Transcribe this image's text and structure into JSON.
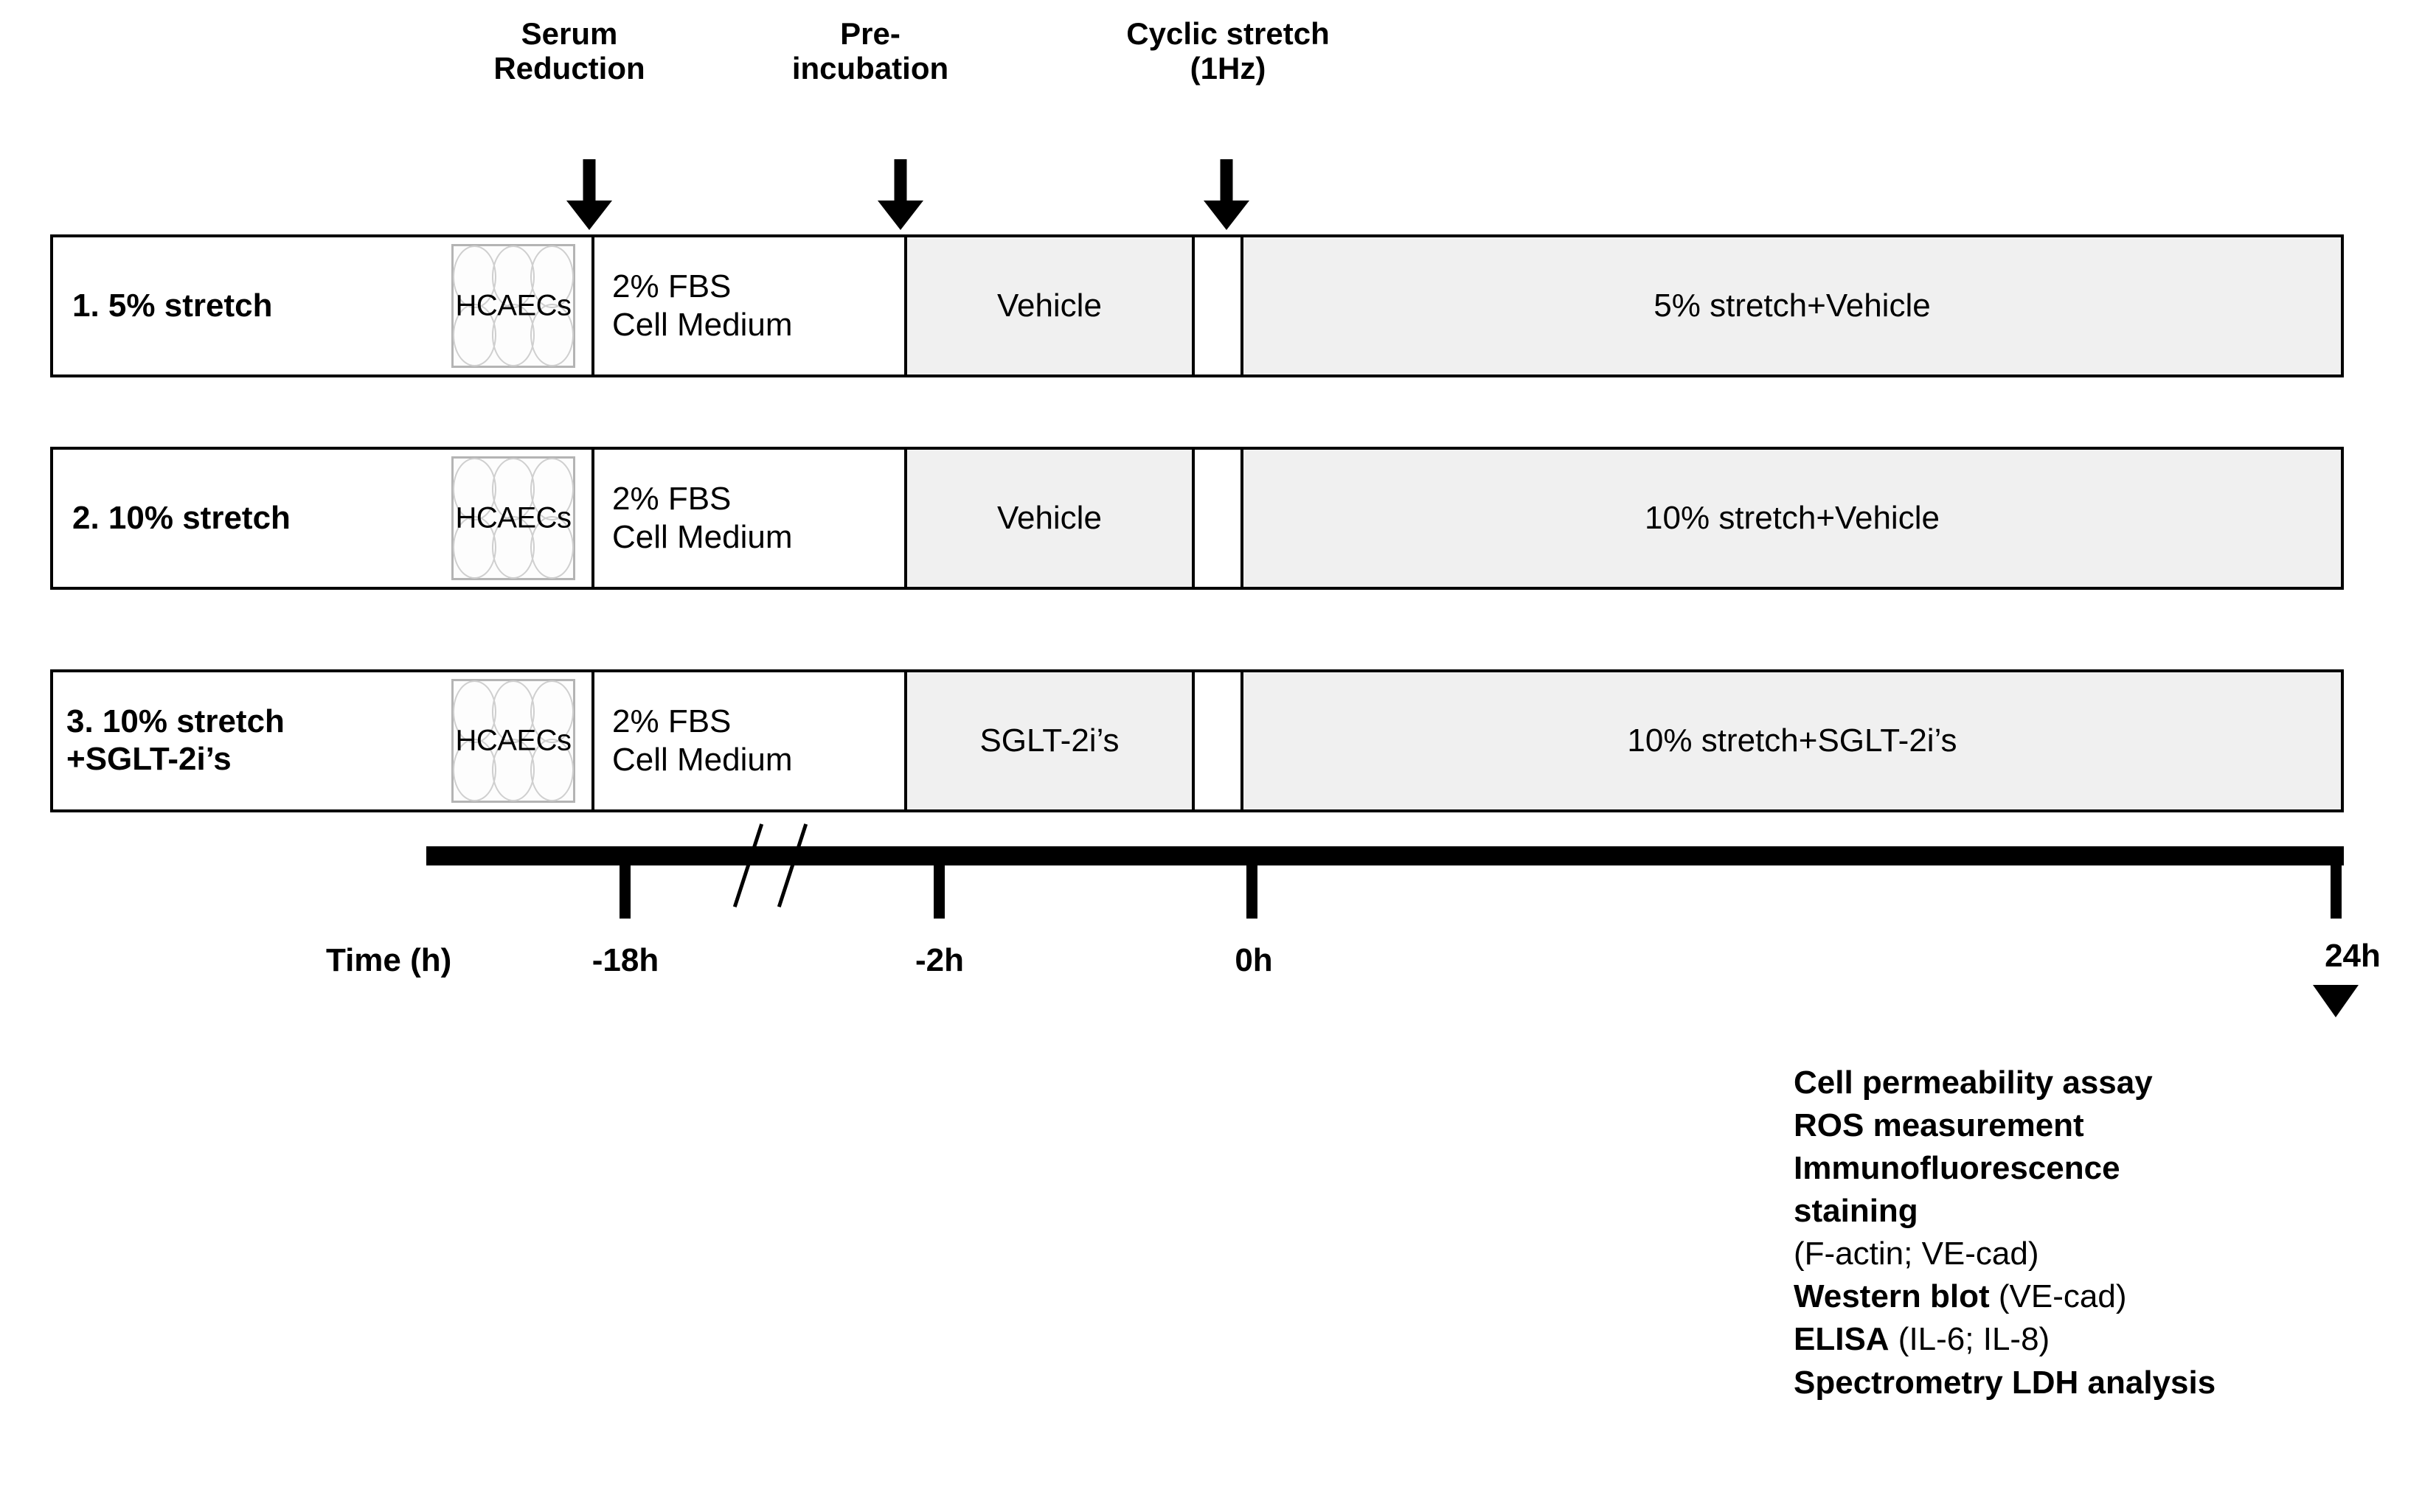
{
  "phases": [
    {
      "name": "serum-reduction",
      "label": "Serum\nReduction"
    },
    {
      "name": "pre-incubation",
      "label": "Pre-\nincubation"
    },
    {
      "name": "cyclic-stretch",
      "label": "Cyclic stretch\n(1Hz)"
    }
  ],
  "plate": {
    "cells_label": "HCAECs",
    "well_count": 6
  },
  "rows": [
    {
      "id": "row-1",
      "condition": "1.   5% stretch",
      "plate_label": "HCAECs",
      "medium": "2% FBS\nCell Medium",
      "pre_incubation": "Vehicle",
      "treatment": "5% stretch+Vehicle"
    },
    {
      "id": "row-2",
      "condition": "2.   10% stretch",
      "plate_label": "HCAECs",
      "medium": "2% FBS\nCell Medium",
      "pre_incubation": "Vehicle",
      "treatment": "10% stretch+Vehicle"
    },
    {
      "id": "row-3",
      "condition": "3. 10% stretch\n+SGLT-2i’s",
      "plate_label": "HCAECs",
      "medium": "2% FBS\nCell Medium",
      "pre_incubation": "SGLT-2i’s",
      "treatment": "10% stretch+SGLT-2i’s"
    }
  ],
  "timeline": {
    "axis_title": "Time (h)",
    "ticks": [
      {
        "label": "-18h"
      },
      {
        "label": "-2h"
      },
      {
        "label": "0h"
      },
      {
        "label": "24h"
      }
    ]
  },
  "assays": [
    {
      "main": "Cell permeability assay",
      "detail": ""
    },
    {
      "main": "ROS measurement",
      "detail": ""
    },
    {
      "main": "Immunofluorescence",
      "detail": ""
    },
    {
      "main": "staining",
      "detail": ""
    },
    {
      "main": "",
      "detail": "(F-actin; VE-cad)"
    },
    {
      "main": "Western blot",
      "detail": "  (VE-cad)"
    },
    {
      "main": "ELISA",
      "detail": " (IL-6; IL-8)"
    },
    {
      "main": " Spectrometry LDH analysis",
      "detail": ""
    }
  ],
  "colors": {
    "treatment_fill": "#f0f0f0",
    "line": "#000000",
    "plate_outline": "#b4b4b4"
  }
}
